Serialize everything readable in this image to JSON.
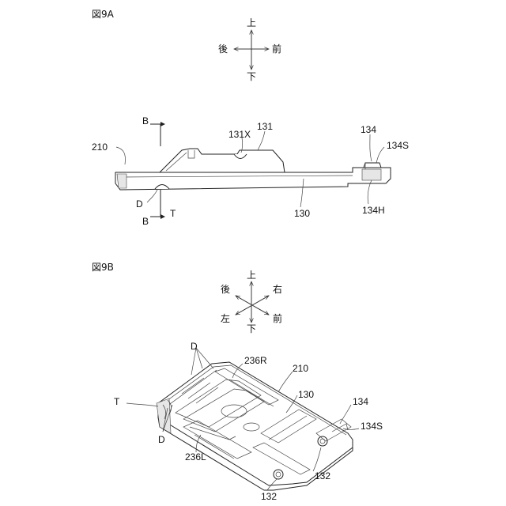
{
  "figures": {
    "a": {
      "title": "図9A",
      "directions": {
        "up": "上",
        "down": "下",
        "back": "後",
        "front": "前"
      },
      "labels": {
        "l210": "210",
        "l131x": "131X",
        "l131": "131",
        "l134": "134",
        "l134s": "134S",
        "l130": "130",
        "l134h": "134H",
        "lD": "D",
        "lT": "T",
        "lB1": "B",
        "lB2": "B"
      }
    },
    "b": {
      "title": "図9B",
      "directions": {
        "up": "上",
        "down": "下",
        "back": "後",
        "front": "前",
        "right": "右",
        "left": "左"
      },
      "labels": {
        "lD1": "D",
        "lD2": "D",
        "l236r": "236R",
        "l210": "210",
        "l130": "130",
        "l134": "134",
        "l134s": "134S",
        "lT": "T",
        "l236l": "236L",
        "l132a": "132",
        "l132b": "132"
      }
    }
  }
}
